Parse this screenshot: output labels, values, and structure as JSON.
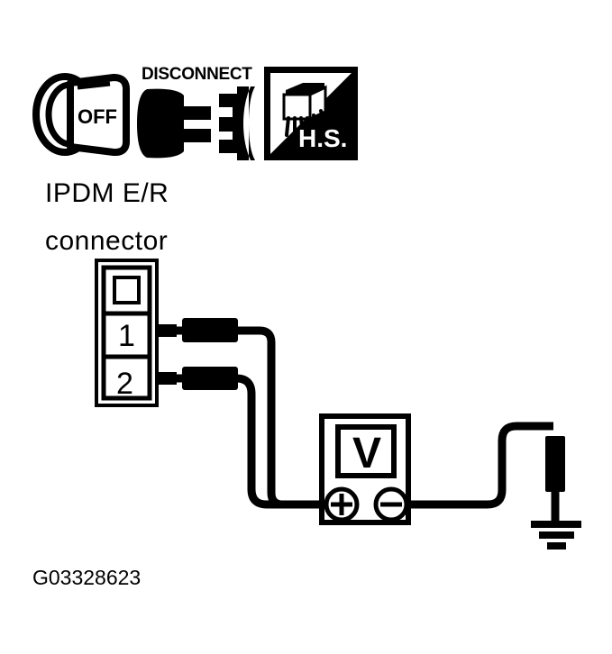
{
  "document": {
    "kind": "wiring-test-diagram",
    "background_color": "#ffffff",
    "ink_color": "#000000",
    "reference_code": "G03328623"
  },
  "icons": {
    "ignition": {
      "name": "ignition-key-off-icon",
      "label": "OFF",
      "meaning": "Ignition switch OFF"
    },
    "disconnect": {
      "name": "connector-disconnect-icon",
      "label": "DISCONNECT",
      "meaning": "Disconnect the connector"
    },
    "harness": {
      "name": "harness-side-icon",
      "label": "H.S.",
      "meaning": "Harness side connector view"
    }
  },
  "labels": {
    "component_line1": "IPDM E/R",
    "component_line2": "connector"
  },
  "connector": {
    "name": "ipdm-er-connector",
    "cells": [
      {
        "type": "symbol",
        "label": "",
        "symbol": "square-outline"
      },
      {
        "type": "pin",
        "label": "1"
      },
      {
        "type": "pin",
        "label": "2"
      }
    ]
  },
  "meter": {
    "name": "voltmeter",
    "display": "V",
    "terminals": [
      {
        "label": "+",
        "symbol": "plus-circle",
        "name": "positive-terminal"
      },
      {
        "label": "−",
        "symbol": "minus-circle",
        "name": "negative-terminal"
      }
    ]
  },
  "ground": {
    "name": "chassis-ground",
    "symbol": "ground-bars",
    "bar_count": 3
  },
  "leads": [
    {
      "name": "lead-pin-1-to-positive",
      "from": "pin 1",
      "to": "+"
    },
    {
      "name": "lead-pin-2-to-positive",
      "from": "pin 2",
      "to": "+"
    },
    {
      "name": "lead-negative-to-ground",
      "from": "−",
      "to": "ground"
    }
  ]
}
